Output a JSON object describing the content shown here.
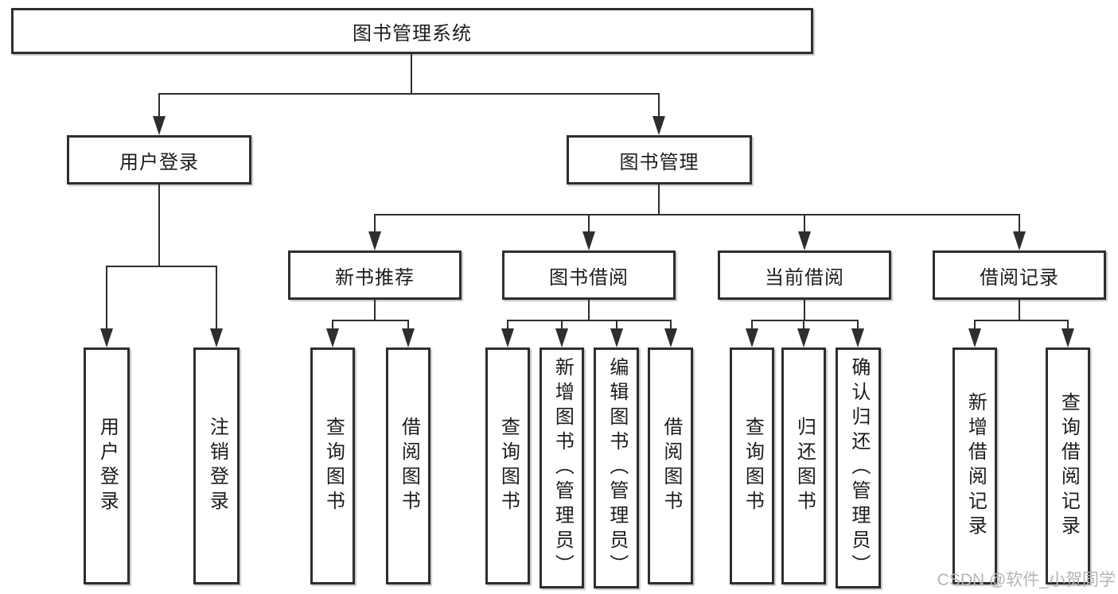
{
  "tree": {
    "root": {
      "label": "图书管理系统",
      "children": [
        {
          "label": "用户登录",
          "children": [
            {
              "label": "用户登录"
            },
            {
              "label": "注销登录"
            }
          ]
        },
        {
          "label": "图书管理",
          "children": [
            {
              "label": "新书推荐",
              "children": [
                {
                  "label": "查询图书"
                },
                {
                  "label": "借阅图书"
                }
              ]
            },
            {
              "label": "图书借阅",
              "children": [
                {
                  "label": "查询图书"
                },
                {
                  "label": "新增图书（管理员）"
                },
                {
                  "label": "编辑图书（管理员）"
                },
                {
                  "label": "借阅图书"
                }
              ]
            },
            {
              "label": "当前借阅",
              "children": [
                {
                  "label": "查询图书"
                },
                {
                  "label": "归还图书"
                },
                {
                  "label": "确认归还（管理员）"
                }
              ]
            },
            {
              "label": "借阅记录",
              "children": [
                {
                  "label": "新增借阅记录"
                },
                {
                  "label": "查询借阅记录"
                }
              ]
            }
          ]
        }
      ]
    }
  },
  "watermark": "CSDN @软件_小贺同学",
  "colors": {
    "line": "#2e2e2e",
    "border": "#2e2e2e",
    "text": "#1c1c1c",
    "watermark": "#b5b5b5",
    "background": "#ffffff"
  }
}
